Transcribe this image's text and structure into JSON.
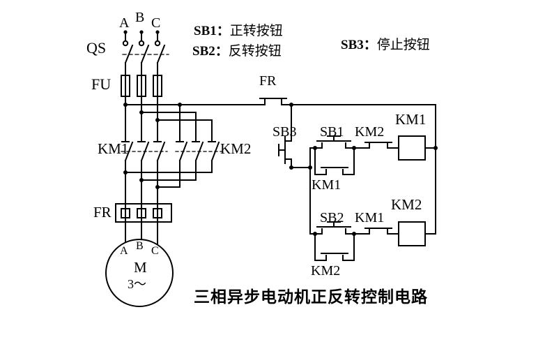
{
  "diagram": {
    "title": "三相异步电动机正反转控制电路",
    "colors": {
      "wire": "#000000",
      "background": "#ffffff"
    },
    "phase_top": {
      "a": "A",
      "b": "B",
      "c": "C"
    },
    "labels": {
      "qs": "QS",
      "fu": "FU",
      "km1_main": "KM1",
      "km2_main": "KM2",
      "fr_main": "FR",
      "fr_control": "FR",
      "sb3": "SB3",
      "sb1": "SB1",
      "km2_interlock": "KM2",
      "km1_coil": "KM1",
      "km1_selfhold": "KM1",
      "sb2": "SB2",
      "km1_interlock": "KM1",
      "km2_coil": "KM2",
      "km2_selfhold": "KM2"
    },
    "motor": {
      "a": "A",
      "b": "B",
      "c": "C",
      "m": "M",
      "phase": "3～"
    },
    "legend": {
      "sb1": {
        "key": "SB1：",
        "desc": "正转按钮"
      },
      "sb2": {
        "key": "SB2：",
        "desc": "反转按钮"
      },
      "sb3": {
        "key": "SB3：",
        "desc": "停止按钮"
      }
    }
  }
}
